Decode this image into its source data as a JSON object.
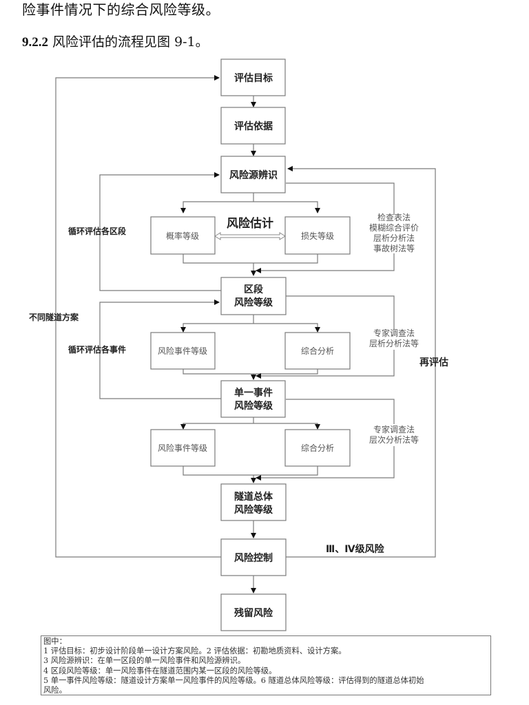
{
  "text": {
    "intro_line": "险事件情况下的综合风险等级。",
    "section_number": "9.2.2",
    "section_text": "风险评估的流程见图 9-1。"
  },
  "flowchart": {
    "nodes": {
      "goal": "评估目标",
      "basis": "评估依据",
      "source_id": "风险源辨识",
      "probability": "概率等级",
      "loss": "损失等级",
      "estimate_label": "风险估计",
      "section_risk_l1": "区段",
      "section_risk_l2": "风险等级",
      "event_level_1": "风险事件等级",
      "analysis_1": "综合分析",
      "single_event_l1": "单一事件",
      "single_event_l2": "风险等级",
      "event_level_2": "风险事件等级",
      "analysis_2": "综合分析",
      "tunnel_l1": "隧道总体",
      "tunnel_l2": "风险等级",
      "control": "风险控制",
      "residual": "残留风险"
    },
    "side_labels": {
      "loop_sections": "循环评估各区段",
      "loop_events": "循环评估各事件",
      "different_schemes": "不同隧道方案",
      "reassess": "再评估",
      "risk_levels": "Ⅲ、Ⅳ级风险"
    },
    "methods": {
      "group1": [
        "检查表法",
        "模糊综合评价",
        "层析分析法",
        "事故树法等"
      ],
      "group2": [
        "专家调查法",
        "层析分析法等"
      ],
      "group3": [
        "专家调查法",
        "层次分析法等"
      ]
    }
  },
  "legend": {
    "title": "图中：",
    "lines": [
      "1 评估目标：初步设计阶段单一设计方案风险。2 评估依据：初勘地质资料、设计方案。",
      "3 风险源辨识：在单一区段的单一风险事件和风险源辨识。",
      "4 区段风险等级：单一风险事件在隧道范围内某一区段的风险等级。",
      "5 单一事件风险等级：隧道设计方案单一风险事件的风险等级。6 隧道总体风险等级：评估得到的隧道总体初始",
      "风险。"
    ]
  }
}
